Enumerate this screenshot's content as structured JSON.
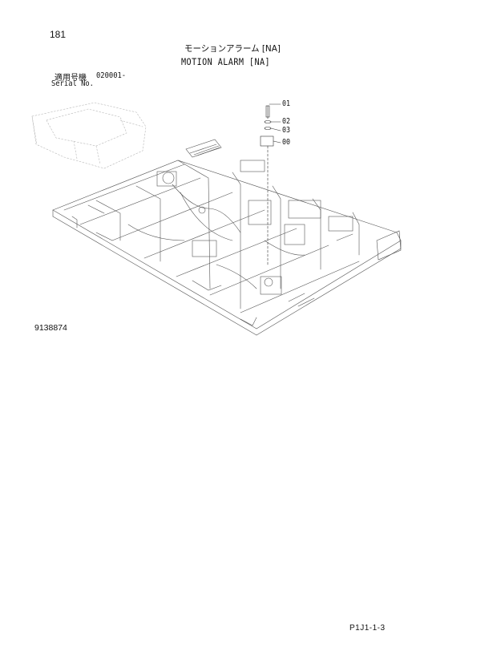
{
  "page": {
    "page_number": "181",
    "title_jp": "モーションアラーム [NA]",
    "title_en": "MOTION ALARM [NA]",
    "serial_label_jp": "適用号機",
    "serial_value": "020001-",
    "serial_label_en": "Serial No.",
    "reference_number": "9138874",
    "footer_code": "P1J1-1-3"
  },
  "callouts": [
    {
      "id": "01",
      "label": "01"
    },
    {
      "id": "02",
      "label": "02"
    },
    {
      "id": "03",
      "label": "03"
    },
    {
      "id": "00",
      "label": "00"
    }
  ]
}
